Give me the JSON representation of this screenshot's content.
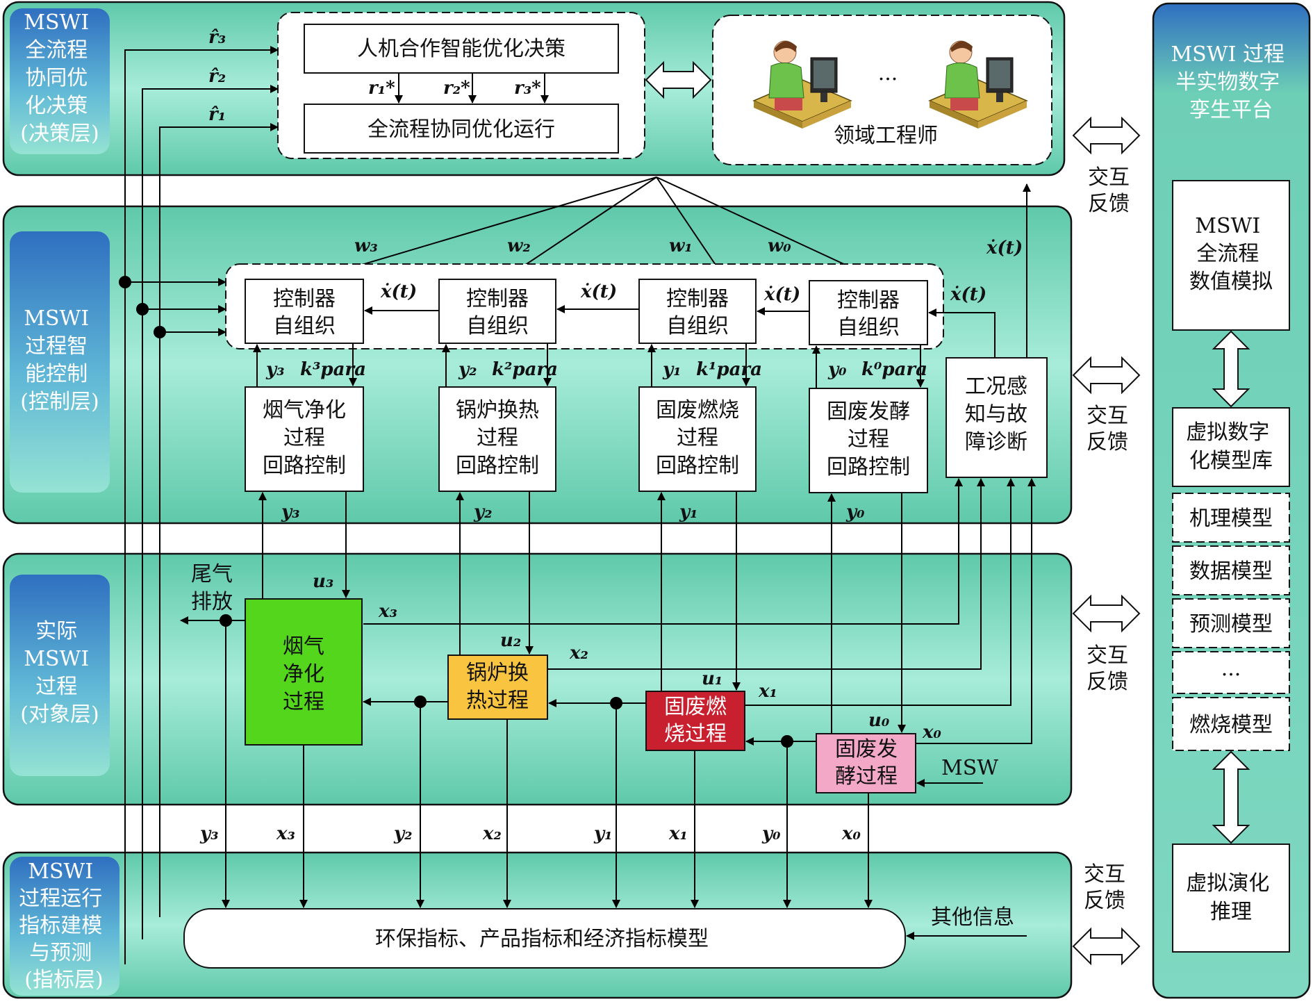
{
  "layers": {
    "decision": {
      "lines": [
        "MSWI",
        "全流程",
        "协同优",
        "化决策",
        "(决策层)"
      ]
    },
    "control": {
      "lines": [
        "MSWI",
        "过程智",
        "能控制",
        "(控制层)"
      ]
    },
    "object": {
      "lines": [
        "实际",
        "MSWI",
        "过程",
        "(对象层)"
      ]
    },
    "index": {
      "lines": [
        "MSWI",
        "过程运行",
        "指标建模",
        "与预测",
        "(指标层)"
      ]
    }
  },
  "platform": {
    "title_lines": [
      "MSWI 过程",
      "半实物数字",
      "孪生平台"
    ],
    "numeric_sim": [
      "MSWI",
      "全流程",
      "数值模拟"
    ],
    "model_lib": [
      "虚拟数字",
      "化模型库"
    ],
    "mechanism": "机理模型",
    "data_model": "数据模型",
    "predict": "预测模型",
    "dots": "...",
    "combustion": "燃烧模型",
    "evolution": [
      "虚拟演化",
      "推理"
    ]
  },
  "decision_boxes": {
    "optimize": "人机合作智能优化决策",
    "operate": "全流程协同优化运行",
    "engineers": "领域工程师",
    "dots": "..."
  },
  "controllers": {
    "lines": [
      "控制器",
      "自组织"
    ]
  },
  "loops": [
    {
      "lines": [
        "烟气净化",
        "过程",
        "回路控制"
      ]
    },
    {
      "lines": [
        "锅炉换热",
        "过程",
        "回路控制"
      ]
    },
    {
      "lines": [
        "固废燃烧",
        "过程",
        "回路控制"
      ]
    },
    {
      "lines": [
        "固废发酵",
        "过程",
        "回路控制"
      ]
    }
  ],
  "diagnosis": [
    "工况感",
    "知与故",
    "障诊断"
  ],
  "processes": {
    "flue": {
      "lines": [
        "烟气",
        "净化",
        "过程"
      ],
      "color": "#54d61c"
    },
    "boiler": {
      "lines": [
        "锅炉换",
        "热过程"
      ],
      "color": "#f9c440"
    },
    "burn": {
      "lines": [
        "固废燃",
        "烧过程"
      ],
      "color": "#c8202e"
    },
    "ferment": {
      "lines": [
        "固废发",
        "酵过程"
      ],
      "color": "#f2a8c6"
    }
  },
  "index_model": "环保指标、产品指标和经济指标模型",
  "other_info": "其他信息",
  "exhaust": [
    "尾气",
    "排放"
  ],
  "msw": "MSW",
  "interact": [
    "交互",
    "反馈"
  ],
  "symbols": {
    "r3": "r̂₃",
    "r2": "r̂₂",
    "r1": "r̂₁",
    "rs1": "r₁*",
    "rs2": "r₂*",
    "rs3": "r₃*",
    "w3": "w₃",
    "w2": "w₂",
    "w1": "w₁",
    "w0": "w₀",
    "xdot": "ẋ(t)",
    "y3": "y₃",
    "y2": "y₂",
    "y1": "y₁",
    "y0": "y₀",
    "k3": "k³para",
    "k2": "k²para",
    "k1": "k¹para",
    "k0": "k⁰para",
    "u3": "u₃",
    "u2": "u₂",
    "u1": "u₁",
    "u0": "u₀",
    "x3": "x₃",
    "x2": "x₂",
    "x1": "x₁",
    "x0": "x₀"
  },
  "colors": {
    "teal": "#6dcfb6",
    "layer_label_top": "#2c73c2",
    "layer_label_bottom": "#8fe0cf"
  }
}
